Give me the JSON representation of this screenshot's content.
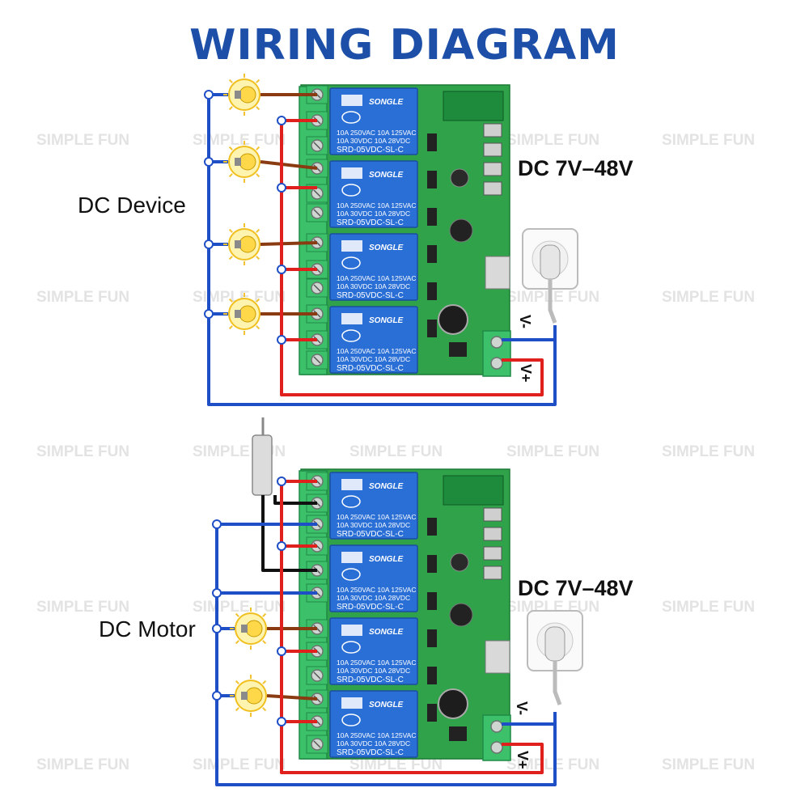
{
  "title": "WIRING DIAGRAM",
  "watermark": "SIMPLE FUN",
  "diagrams": [
    {
      "label": "DC Device",
      "power_label": "DC 7V–48V",
      "minus": "V-",
      "plus": "V+"
    },
    {
      "label": "DC Motor",
      "power_label": "DC 7V–48V",
      "minus": "V-",
      "plus": "V+"
    }
  ],
  "relay": {
    "brand": "SONGLE",
    "spec_line1": "10A 250VAC  10A 125VAC",
    "spec_line2": "10A  30VDC  10A  28VDC",
    "model": "SRD-05VDC-SL-C"
  },
  "colors": {
    "title": "#1d4fa8",
    "wire_blue": "#1f4fc6",
    "wire_red": "#e0201c",
    "wire_brown": "#8a3b12",
    "wire_black": "#111111",
    "pcb": "#2fa24a",
    "terminal": "#3cc06a",
    "relay": "#2a6fd6"
  }
}
